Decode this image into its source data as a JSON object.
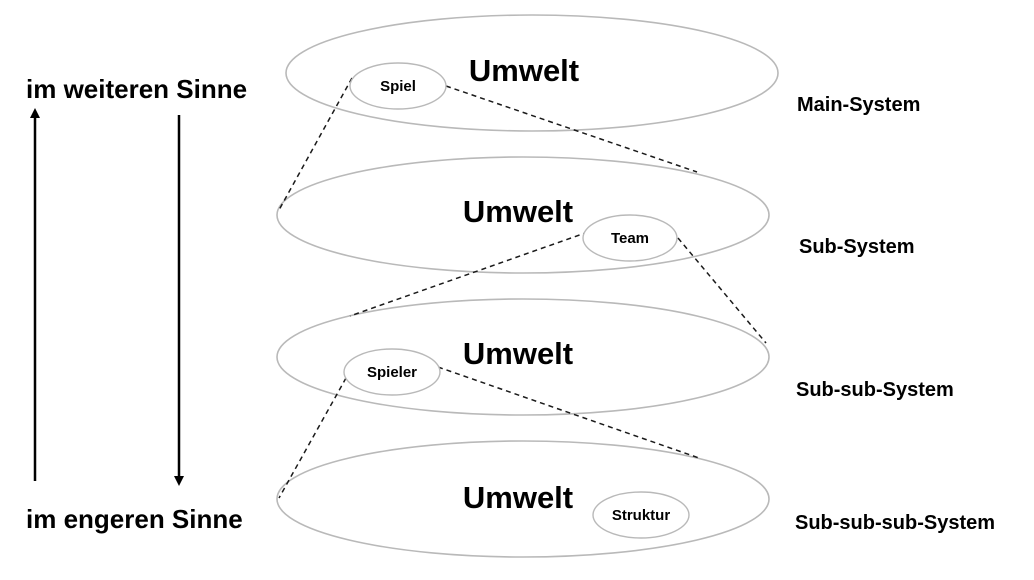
{
  "levels": [
    {
      "environment_label": "Umwelt",
      "element_label": "Spiel",
      "level_label": "Main-System"
    },
    {
      "environment_label": "Umwelt",
      "element_label": "Team",
      "level_label": "Sub-System"
    },
    {
      "environment_label": "Umwelt",
      "element_label": "Spieler",
      "level_label": "Sub-sub-System"
    },
    {
      "environment_label": "Umwelt",
      "element_label": "Struktur",
      "level_label": "Sub-sub-sub-System"
    }
  ],
  "scale": {
    "top_label": "im weiteren Sinne",
    "bottom_label": "im engeren Sinne"
  },
  "colors": {
    "ellipse_stroke": "#b9b9b9",
    "line": "#000000"
  }
}
